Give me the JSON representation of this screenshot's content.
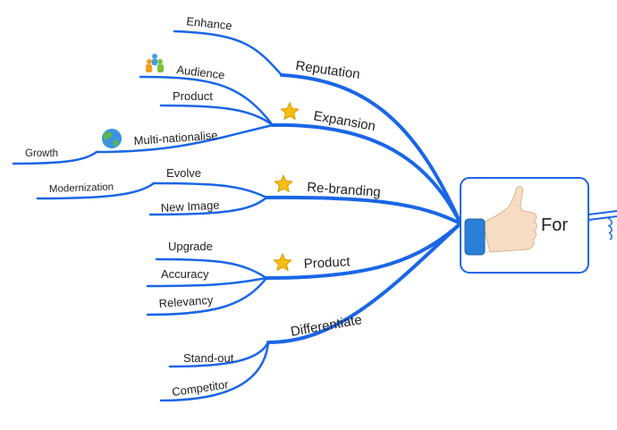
{
  "central": {
    "label": "For",
    "icon": "thumbs-up-icon"
  },
  "branches": [
    {
      "label": "Reputation",
      "children": [
        {
          "label": "Enhance"
        }
      ]
    },
    {
      "label": "Expansion",
      "icon": "star-icon",
      "children": [
        {
          "label": "Audience",
          "icon": "people-icon"
        },
        {
          "label": "Product"
        },
        {
          "label": "Multi-nationalise",
          "icon": "globe-icon",
          "children": [
            {
              "label": "Growth"
            }
          ]
        }
      ]
    },
    {
      "label": "Re-branding",
      "icon": "star-icon",
      "children": [
        {
          "label": "Evolve",
          "children": [
            {
              "label": "Modernization"
            }
          ]
        },
        {
          "label": "New Image"
        }
      ]
    },
    {
      "label": "Product",
      "icon": "star-icon",
      "children": [
        {
          "label": "Upgrade"
        },
        {
          "label": "Accuracy"
        },
        {
          "label": "Relevancy"
        }
      ]
    },
    {
      "label": "Differentiate",
      "children": [
        {
          "label": "Stand-out"
        },
        {
          "label": "Competitor"
        }
      ]
    }
  ],
  "colors": {
    "line": "#1a66e6",
    "star": "#f5b800"
  }
}
